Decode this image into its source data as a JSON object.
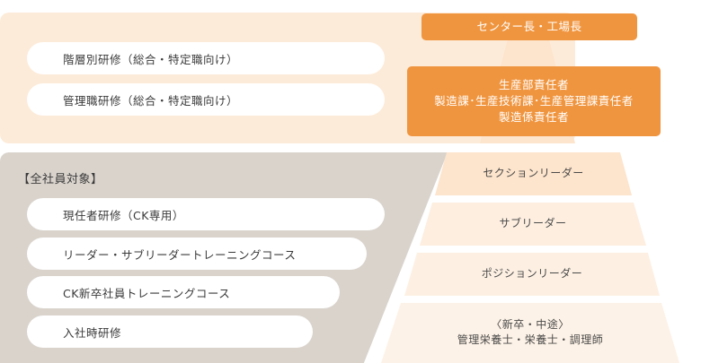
{
  "management_panel": {
    "items": [
      {
        "label": "階層別研修（総合・特定職向け）"
      },
      {
        "label": "管理職研修（総合・特定職向け）"
      }
    ]
  },
  "all_staff_panel": {
    "heading": "【全社員対象】",
    "items": [
      {
        "label": "現任者研修（CK専用）"
      },
      {
        "label": "リーダー・サブリーダートレーニングコース"
      },
      {
        "label": "CK新卒社員トレーニングコース"
      },
      {
        "label": "入社時研修"
      }
    ]
  },
  "pyramid": {
    "top_box": {
      "label": "センター長・工場長"
    },
    "mid_box": {
      "lines": [
        "生産部責任者",
        "製造課･生産技術課･生産管理課責任者",
        "製造係責任者"
      ]
    },
    "levels": [
      {
        "label": "セクションリーダー"
      },
      {
        "label": "サブリーダー"
      },
      {
        "label": "ポジションリーダー"
      },
      {
        "lines": [
          "〈新卒・中途〉",
          "管理栄養士・栄養士・調理師"
        ]
      }
    ],
    "colors": {
      "box": "#f0953f",
      "level1": "#fde4cc",
      "level2": "#fdeee0",
      "level3": "#fdf0e3",
      "level4": "#fdf2e7"
    }
  }
}
